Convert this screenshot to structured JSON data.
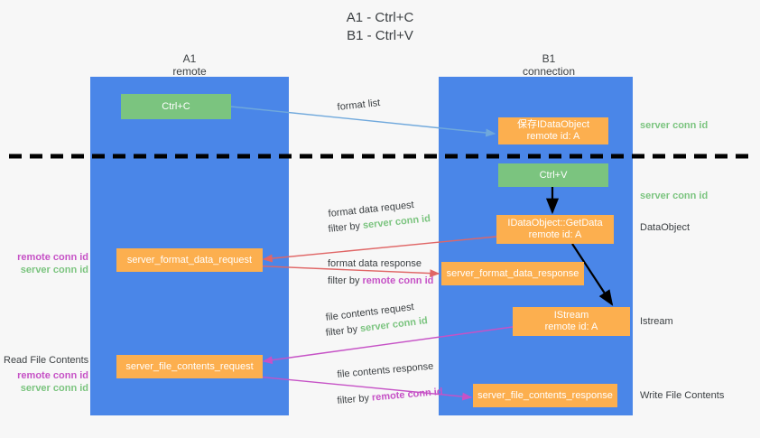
{
  "title": {
    "line1": "A1 - Ctrl+C",
    "line2": "B1 - Ctrl+V"
  },
  "lanes": [
    {
      "id": "a1",
      "name": "A1",
      "sub": "remote",
      "color": "#4a86e8"
    },
    {
      "id": "b1",
      "name": "B1",
      "sub": "connection",
      "color": "#4a86e8"
    }
  ],
  "colors": {
    "lane": "#4a86e8",
    "green_box": "#7bc47f",
    "orange_box": "#fcaf4f",
    "server_conn": "#7bc47f",
    "remote_conn": "#c652c6",
    "arrow_blue": "#6fa8dc",
    "arrow_red": "#e06666",
    "arrow_purple": "#c652c6",
    "arrow_black": "#000000",
    "background": "#f7f7f7"
  },
  "nodes": {
    "ctrl_c": {
      "label": "Ctrl+C",
      "sub": ""
    },
    "save_idataobject": {
      "label": "保存IDataObject",
      "sub": "remote id: A"
    },
    "ctrl_v": {
      "label": "Ctrl+V",
      "sub": ""
    },
    "getdata": {
      "label": "IDataObject::GetData",
      "sub": "remote id: A"
    },
    "istream": {
      "label": "IStream",
      "sub": "remote id: A"
    },
    "server_format_data_request": {
      "label": "server_format_data_request",
      "sub": ""
    },
    "server_format_data_response": {
      "label": "server_format_data_response",
      "sub": ""
    },
    "server_file_contents_request": {
      "label": "server_file_contents_request",
      "sub": ""
    },
    "server_file_contents_response": {
      "label": "server_file_contents_response",
      "sub": ""
    }
  },
  "right_labels": [
    {
      "id": "server-conn-id-1",
      "text": "server conn id",
      "style": "green"
    },
    {
      "id": "server-conn-id-2",
      "text": "server conn id",
      "style": "green"
    },
    {
      "id": "dataobject",
      "text": "DataObject",
      "style": "plain"
    },
    {
      "id": "istream",
      "text": "Istream",
      "style": "plain"
    },
    {
      "id": "write-file-contents",
      "text": "Write File Contents",
      "style": "plain"
    }
  ],
  "left_labels": {
    "group1": {
      "remote": "remote conn id",
      "server": "server conn id"
    },
    "group2": {
      "heading": "Read File Contents",
      "remote": "remote conn id",
      "server": "server conn id"
    }
  },
  "edge_labels": {
    "format_list": "format list",
    "format_data_request": "format data request",
    "format_data_request_filter_prefix": "filter by ",
    "format_data_request_filter_value": "server conn id",
    "format_data_response": "format data response",
    "format_data_response_filter_prefix": "filter by ",
    "format_data_response_filter_value": "remote conn id",
    "file_contents_request": "file contents request",
    "file_contents_request_filter_prefix": "filter by ",
    "file_contents_request_filter_value": "server conn id",
    "file_contents_response": "file contents response",
    "file_contents_response_filter_prefix": "filter by ",
    "file_contents_response_filter_value": "remote conn id"
  }
}
